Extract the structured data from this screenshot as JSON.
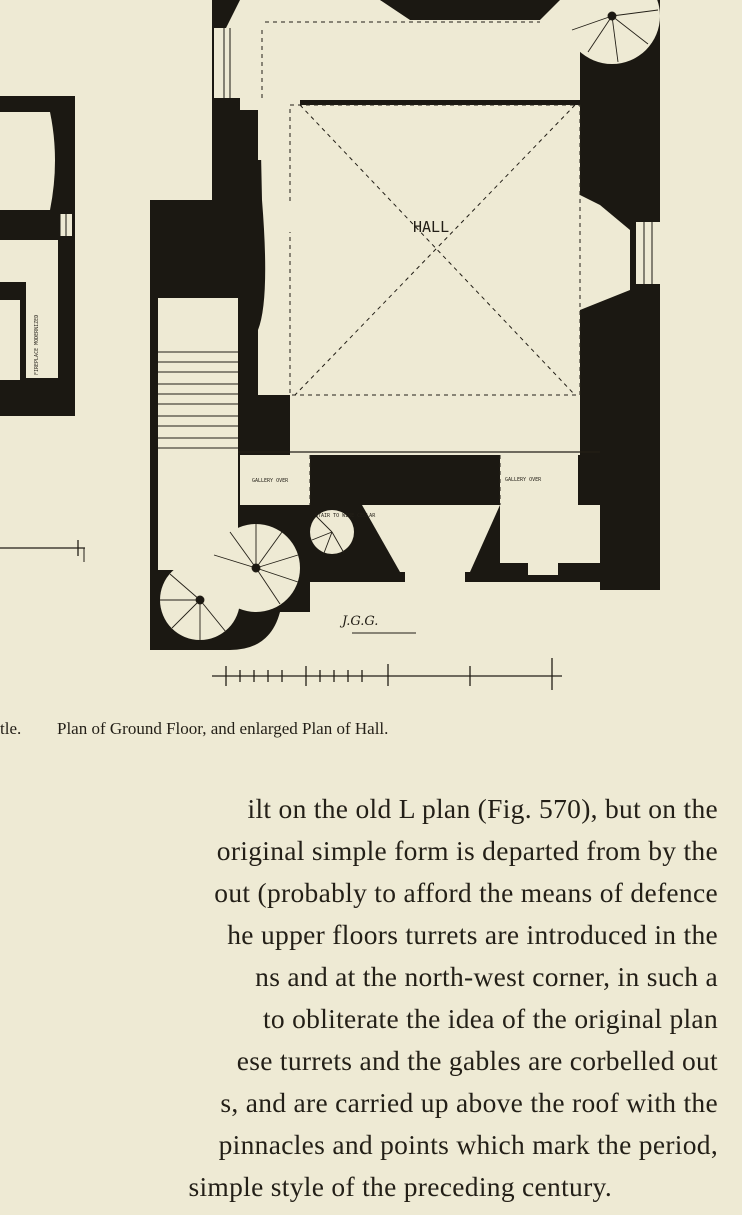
{
  "figure": {
    "hall_label": "HALL",
    "gallery_label_left": "GALLERY OVER",
    "gallery_label_right": "GALLERY OVER",
    "stair_label": "STAIR TO WINE CELLAR",
    "fireplace_label": "FIREPLACE MODERNIZED",
    "signature": "J.G.G."
  },
  "caption": {
    "fragment": "tle.",
    "text": "Plan of Ground Floor, and enlarged Plan of Hall."
  },
  "body": {
    "lines": [
      "ilt on the old L plan (Fig. 570), but on the",
      "original simple form is departed from by the",
      "out (probably to afford the means of defence",
      "he upper floors turrets are introduced in the",
      "ns and at the north-west corner, in such a",
      "to obliterate the idea of the original plan",
      "ese turrets and the gables are corbelled out",
      "s, and are carried up above the roof with the",
      "pinnacles and points which mark the period,",
      "simple style of the preceding century."
    ]
  }
}
